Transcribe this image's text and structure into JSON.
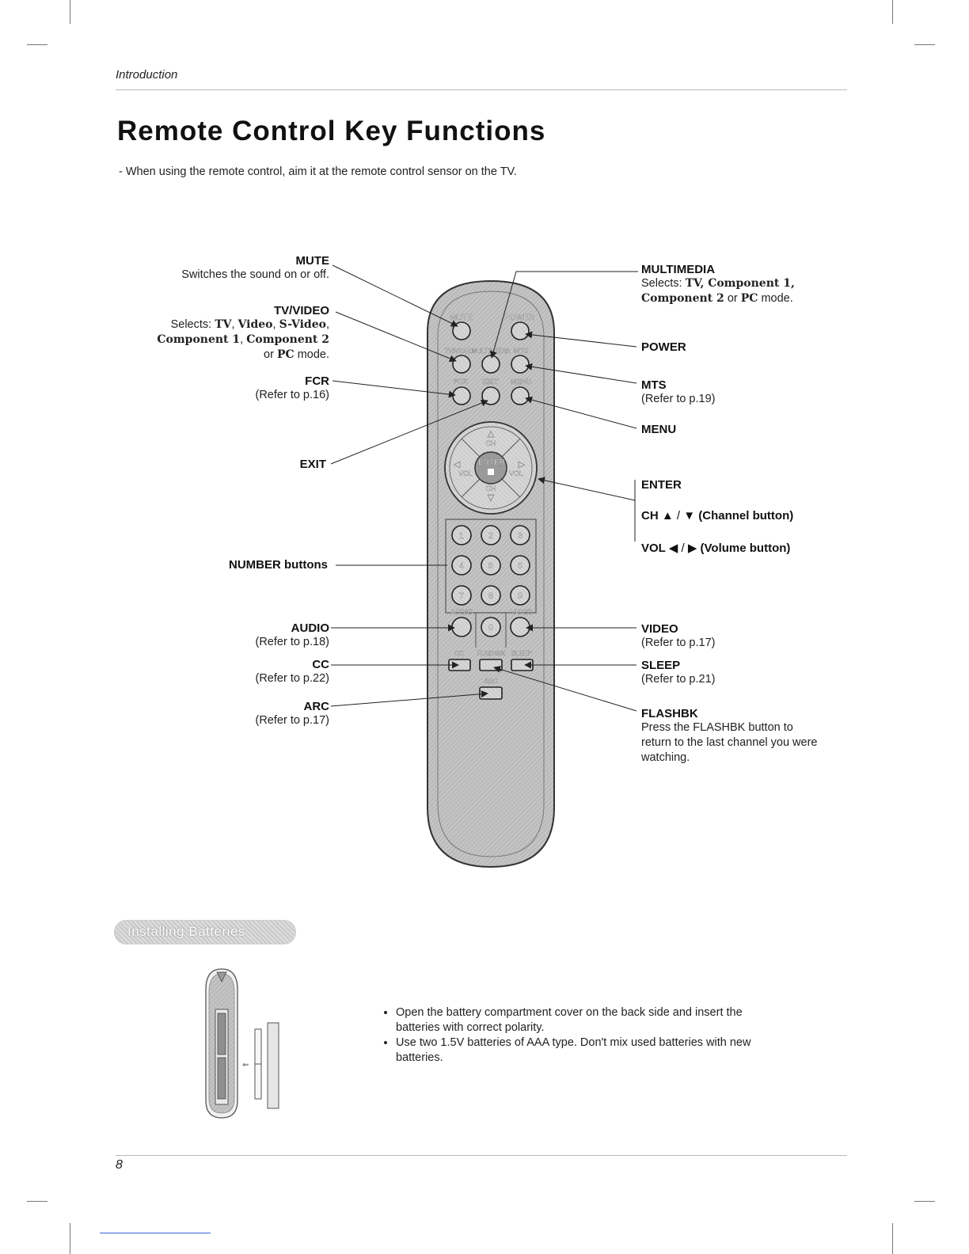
{
  "header": {
    "section": "Introduction"
  },
  "title": "Remote Control Key Functions",
  "intro": "- When using the remote control, aim it at the remote control sensor on the TV.",
  "left_labels": {
    "mute": {
      "name": "MUTE",
      "desc": "Switches the sound on or off."
    },
    "tvvideo": {
      "name": "TV/VIDEO",
      "desc_prefix": "Selects:",
      "opt1": "TV",
      "opt2": "Video",
      "opt3": "S-Video",
      "opt4": "Component 1",
      "opt5": "Component 2",
      "or": "or",
      "opt6": "PC",
      "mode": "mode."
    },
    "fcr": {
      "name": "FCR",
      "desc": "(Refer to p.16)"
    },
    "exit": {
      "name": "EXIT"
    },
    "number": {
      "name": "NUMBER buttons"
    },
    "audio": {
      "name": "AUDIO",
      "desc": "(Refer to p.18)"
    },
    "cc": {
      "name": "CC",
      "desc": "(Refer to p.22)"
    },
    "arc": {
      "name": "ARC",
      "desc": "(Refer to p.17)"
    }
  },
  "right_labels": {
    "multimedia": {
      "name": "MULTIMEDIA",
      "desc_prefix": "Selects:",
      "opt1": "TV, Component 1,",
      "opt2": "Component 2",
      "or": "or",
      "opt3": "PC",
      "mode": "mode."
    },
    "power": {
      "name": "POWER"
    },
    "mts": {
      "name": "MTS",
      "desc": "(Refer to p.19)"
    },
    "menu": {
      "name": "MENU"
    },
    "enter": {
      "name": "ENTER"
    },
    "ch": {
      "name": "CH",
      "up": "▲",
      "slash": "/",
      "down": "▼",
      "note": "(Channel button)"
    },
    "vol": {
      "name": "VOL",
      "left": "◀",
      "slash": "/",
      "right": "▶",
      "note": "(Volume button)"
    },
    "video": {
      "name": "VIDEO",
      "desc": "(Refer to p.17)"
    },
    "sleep": {
      "name": "SLEEP",
      "desc": "(Refer to p.21)"
    },
    "flashbk": {
      "name": "FLASHBK",
      "desc1": "Press the FLASHBK button to",
      "desc2": "return to the last channel you were",
      "desc3": "watching."
    }
  },
  "remote_keys": {
    "mute": "MUTE",
    "power": "POWER",
    "tvvideo": "TV/VIDEO",
    "multimedia": "MULTIMEDIA",
    "mts": "MTS",
    "fcr": "FCR",
    "exit": "EXIT",
    "menu": "MENU",
    "ch": "CH",
    "vol": "VOL",
    "enter": "ENTER",
    "n1": "1",
    "n2": "2",
    "n3": "3",
    "n4": "4",
    "n5": "5",
    "n6": "6",
    "n7": "7",
    "n8": "8",
    "n9": "9",
    "n0": "0",
    "audio": "AUDIO",
    "video": "VIDEO",
    "cc": "CC",
    "flashbk": "FLASHBK",
    "sleep": "SLEEP",
    "arc": "ARC"
  },
  "batteries": {
    "heading": "Installing Batteries",
    "bullets": [
      "Open the battery compartment cover on the back side and insert the batteries with correct polarity.",
      "Use two 1.5V batteries of AAA type. Don't mix used batteries with new batteries."
    ]
  },
  "footer": {
    "page_number": "8"
  },
  "colors": {
    "remote_body": "#b9b9b9",
    "remote_outline": "#333333",
    "pill": "#cccccc",
    "link_bar": "#3a66d8"
  }
}
